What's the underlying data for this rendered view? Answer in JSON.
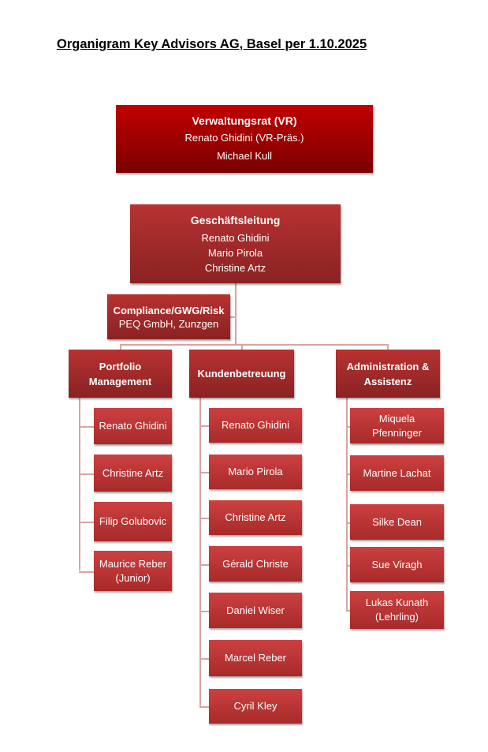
{
  "title": "Organigram Key Advisors AG, Basel per 1.10.2025",
  "vr": {
    "heading": "Verwaltungsrat (VR)",
    "members": [
      "Renato Ghidini (VR-Präs.)",
      "Michael Kull"
    ]
  },
  "gl": {
    "heading": "Geschäftsleitung",
    "members": [
      "Renato Ghidini",
      "Mario Pirola",
      "Christine Artz"
    ]
  },
  "compliance": {
    "heading": "Compliance/GWG/Risk",
    "sub": "PEQ GmbH, Zunzgen"
  },
  "departments": [
    {
      "heading": "Portfolio Management",
      "members": [
        "Renato Ghidini",
        "Christine Artz",
        "Filip Golubovic",
        "Maurice Reber (Junior)"
      ]
    },
    {
      "heading": "Kundenbetreuung",
      "members": [
        "Renato Ghidini",
        "Mario Pirola",
        "Christine Artz",
        "Gérald Christe",
        "Daniel Wiser",
        "Marcel Reber",
        "Cyril Kley"
      ]
    },
    {
      "heading": "Administration & Assistenz",
      "members": [
        "Miquela Pfenninger",
        "Martine Lachat",
        "Silke Dean",
        "Sue Viragh",
        "Lukas Kunath (Lehrling)"
      ]
    }
  ]
}
